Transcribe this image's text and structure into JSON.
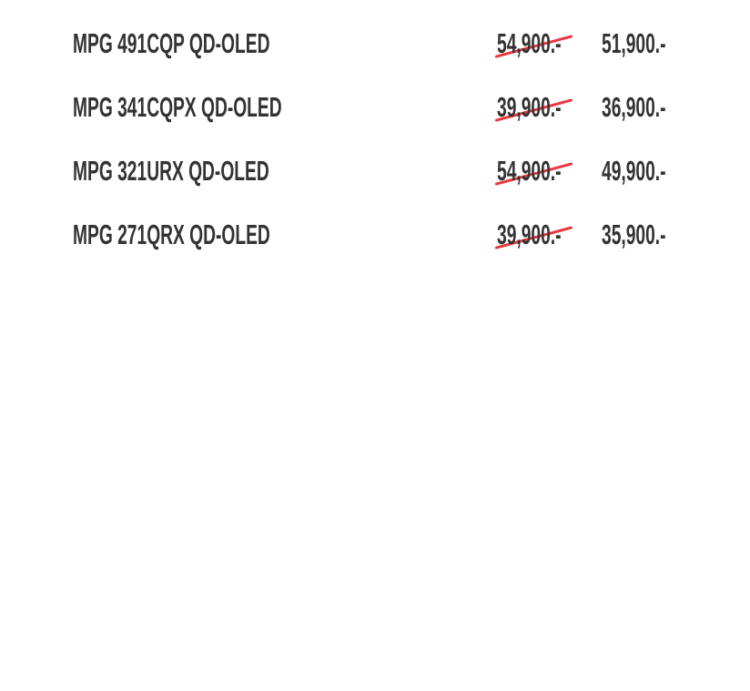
{
  "products": [
    {
      "name": "MPG 491CQP QD-OLED",
      "old_price": "54,900.-",
      "new_price": "51,900.-"
    },
    {
      "name": "MPG 341CQPX QD-OLED",
      "old_price": "39,900.-",
      "new_price": "36,900.-"
    },
    {
      "name": "MPG 321URX QD-OLED",
      "old_price": "54,900.-",
      "new_price": "49,900.-"
    },
    {
      "name": "MPG 271QRX QD-OLED",
      "old_price": "39,900.-",
      "new_price": "35,900.-"
    }
  ],
  "colors": {
    "text": "#333333",
    "strike": "#e8373f"
  }
}
